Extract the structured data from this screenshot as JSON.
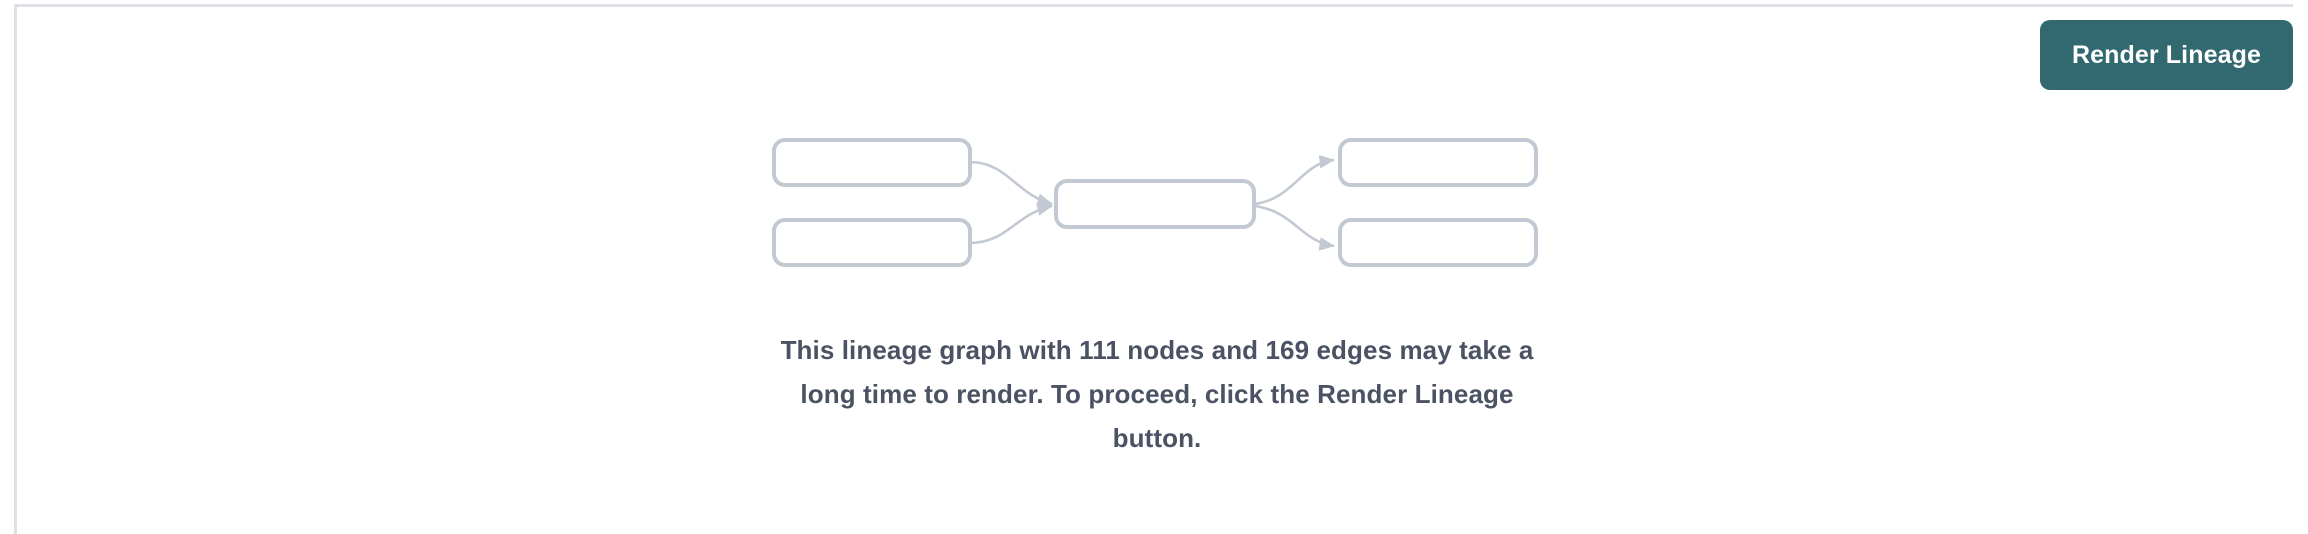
{
  "panel": {
    "background_color": "#ffffff",
    "border_color": "#dfe1e6"
  },
  "toolbar": {
    "render_button_label": "Render Lineage",
    "render_button_color": "#32686f",
    "render_button_text_color": "#ffffff"
  },
  "placeholder_graph": {
    "node_border_color": "#c3c9d3",
    "node_fill_color": "#ffffff",
    "edge_color": "#c3c9d3",
    "nodes": [
      {
        "id": "left-top",
        "label": ""
      },
      {
        "id": "left-bottom",
        "label": ""
      },
      {
        "id": "center",
        "label": ""
      },
      {
        "id": "right-top",
        "label": ""
      },
      {
        "id": "right-bottom",
        "label": ""
      }
    ],
    "edges": [
      {
        "from": "left-top",
        "to": "center"
      },
      {
        "from": "left-bottom",
        "to": "center"
      },
      {
        "from": "center",
        "to": "right-top"
      },
      {
        "from": "center",
        "to": "right-bottom"
      }
    ]
  },
  "message": {
    "node_count": 111,
    "edge_count": 169,
    "text": "This lineage graph with 111 nodes and 169 edges may take a long time to render. To proceed, click the Render Lineage button.",
    "text_color": "#4b5263"
  }
}
